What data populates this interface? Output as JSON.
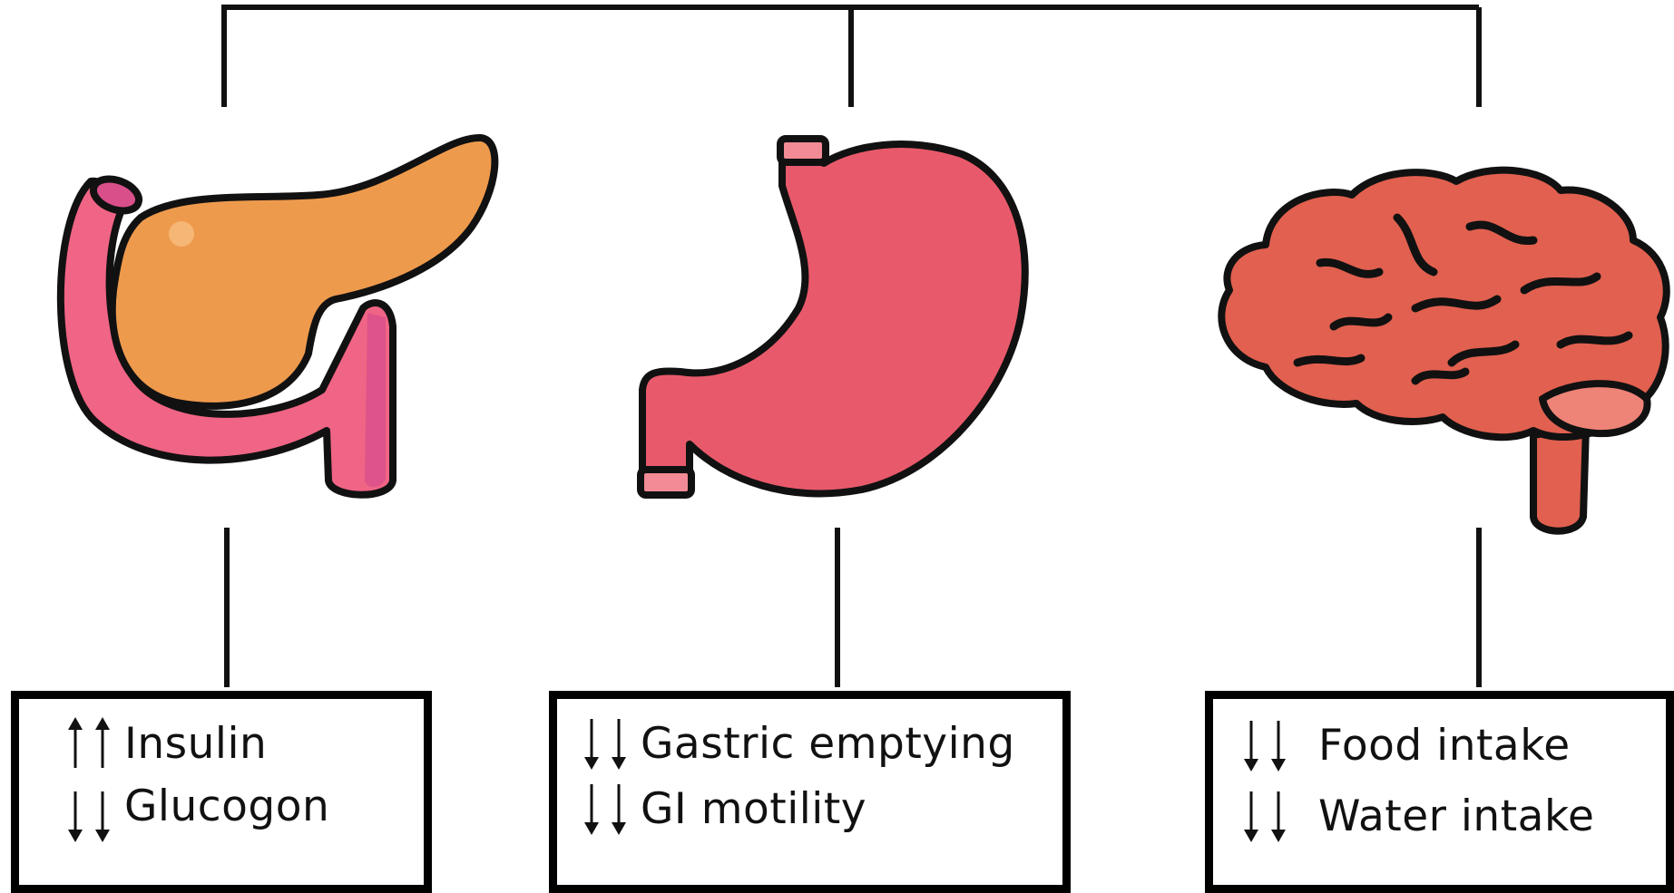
{
  "organs": [
    {
      "name": "pancreas",
      "effects": [
        {
          "direction": "up",
          "text": "Insulin"
        },
        {
          "direction": "down",
          "text": "Glucogon"
        }
      ]
    },
    {
      "name": "stomach",
      "effects": [
        {
          "direction": "down",
          "text": "Gastric emptying"
        },
        {
          "direction": "down",
          "text": "GI motility"
        }
      ]
    },
    {
      "name": "brain",
      "effects": [
        {
          "direction": "down",
          "text": "Food intake"
        },
        {
          "direction": "down",
          "text": "Water intake"
        }
      ]
    }
  ],
  "colors": {
    "outline": "#111111",
    "pancreas_body": "#ee9a4d",
    "duodenum": "#f06485",
    "duodenum_shade": "#d94f8a",
    "stomach": "#e85a6b",
    "stomach_light": "#f28b95",
    "brain": "#e1604f",
    "brain_light": "#ee8377"
  }
}
